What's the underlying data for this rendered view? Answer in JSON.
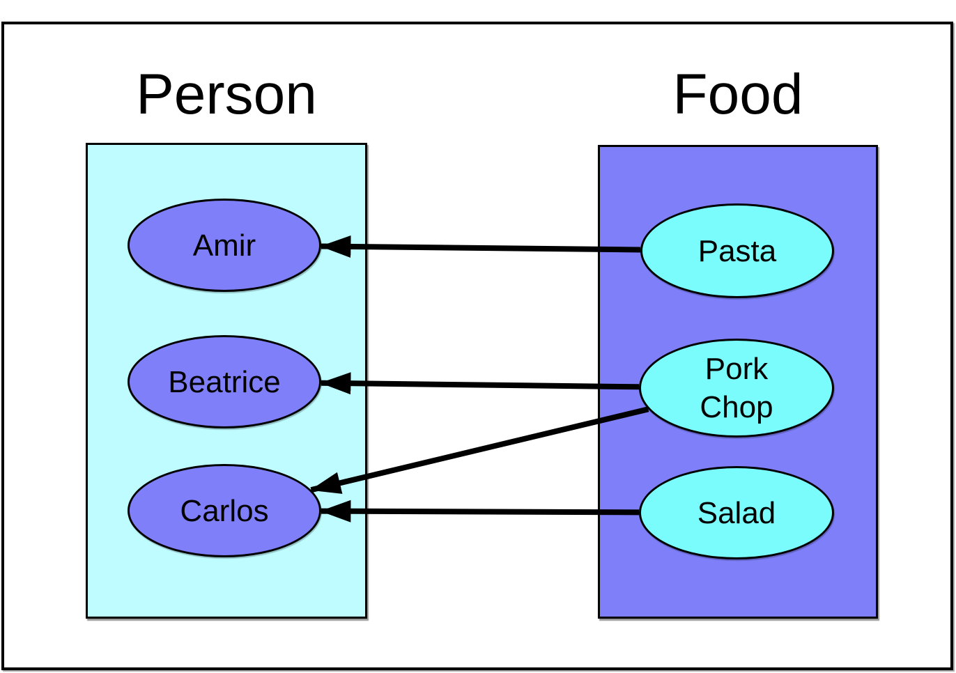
{
  "diagram": {
    "sets": [
      {
        "id": "person",
        "title": "Person",
        "box_fill": "#befcff",
        "node_fill": "#7f7ffa",
        "nodes": [
          {
            "id": "amir",
            "label": "Amir"
          },
          {
            "id": "beatrice",
            "label": "Beatrice"
          },
          {
            "id": "carlos",
            "label": "Carlos"
          }
        ]
      },
      {
        "id": "food",
        "title": "Food",
        "box_fill": "#7f7ffa",
        "node_fill": "#7bfcfc",
        "nodes": [
          {
            "id": "pasta",
            "label": "Pasta"
          },
          {
            "id": "porkchop",
            "label": "Pork\nChop"
          },
          {
            "id": "salad",
            "label": "Salad"
          }
        ]
      }
    ],
    "relations": [
      {
        "from": "pasta",
        "to": "amir"
      },
      {
        "from": "porkchop",
        "to": "beatrice"
      },
      {
        "from": "porkchop",
        "to": "carlos"
      },
      {
        "from": "salad",
        "to": "carlos"
      }
    ],
    "style": {
      "arrow_color": "#000000",
      "border_color": "#000000",
      "background": "#ffffff",
      "text_color": "#000000",
      "arrow_stroke_width": 8
    }
  }
}
